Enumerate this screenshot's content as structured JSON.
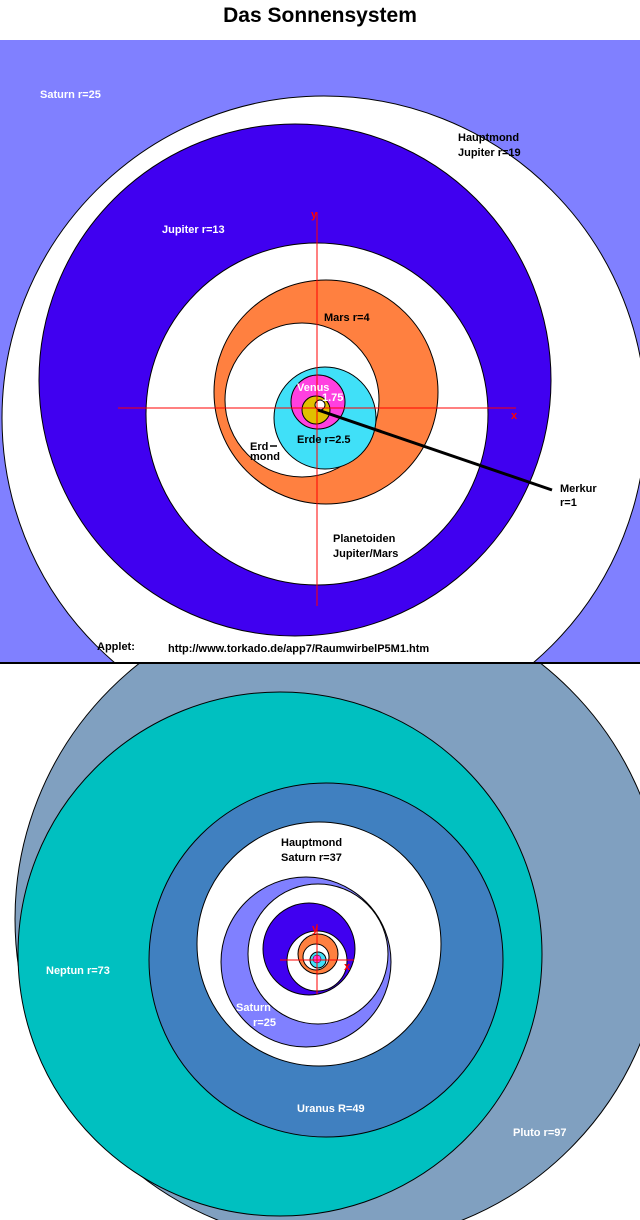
{
  "title": "Das Sonnensystem",
  "colors": {
    "saturn": "#8080ff",
    "jupiter": "#4000f0",
    "mars": "#ff8040",
    "erde": "#40e0f8",
    "venus": "#ff40e0",
    "merkur": "#e0c000",
    "axes": "#ff0000",
    "uranus": "#4080c0",
    "neptun": "#00c0c0",
    "pluto": "#80a0c0"
  },
  "top": {
    "labels": {
      "saturn": "Saturn r=25",
      "hauptmond_jupiter_1": "Hauptmond",
      "hauptmond_jupiter_2": "Jupiter  r=19",
      "jupiter": "Jupiter r=13",
      "mars": "Mars r=4",
      "venus": "Venus",
      "venus_r": "1.75",
      "erde": "Erde r=2.5",
      "erdmond_1": "Erd",
      "erdmond_2": "mond",
      "merkur_1": "Merkur",
      "merkur_2": "r=1",
      "planetoiden_1": "Planetoiden",
      "planetoiden_2": "Jupiter/Mars",
      "axis_x": "x",
      "axis_y": "y"
    },
    "applet_label": "Applet:",
    "applet_url": "http://www.torkado.de/app7/RaumwirbelP5M1.htm"
  },
  "bottom": {
    "labels": {
      "hauptmond_saturn_1": "Hauptmond",
      "hauptmond_saturn_2": "Saturn r=37",
      "neptun": "Neptun  r=73",
      "saturn_1": "Saturn",
      "saturn_2": "r=25",
      "uranus": "Uranus R=49",
      "pluto": "Pluto  r=97",
      "axis_x": "x",
      "axis_y": "y"
    }
  }
}
